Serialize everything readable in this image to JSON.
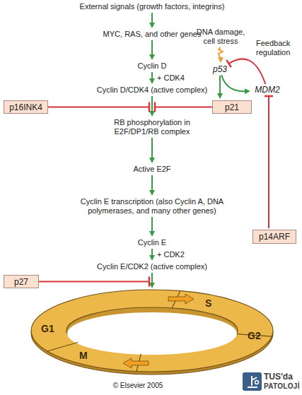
{
  "diagram": {
    "nodes": [
      {
        "text": [
          "External signals (growth factors, integrins)"
        ]
      },
      {
        "text": [
          "MYC, RAS, and other genes"
        ]
      },
      {
        "text": [
          "DNA damage, cell stress"
        ]
      },
      {
        "text": [
          "Cyclin D"
        ]
      },
      {
        "text": [
          "p53"
        ]
      },
      {
        "text": [
          "MDM2"
        ]
      },
      {
        "text": [
          "Cyclin D/CDK4 (active complex)"
        ]
      },
      {
        "text": [
          "p16INK4"
        ]
      },
      {
        "text": [
          "p21"
        ]
      },
      {
        "text": [
          "RB phosphorylation in E2F/DP1/RB complex"
        ]
      },
      {
        "text": [
          "Active E2F"
        ]
      },
      {
        "text": [
          "Cyclin E transcription (also Cyclin A, DNA polymerases, and many other genes)"
        ]
      },
      {
        "text": [
          "p14ARF"
        ]
      },
      {
        "text": [
          "Cyclin E"
        ]
      },
      {
        "text": [
          "Cyclin E/CDK2 (active complex)"
        ]
      },
      {
        "text": [
          "p27"
        ]
      },
      {
        "text": [
          "G1",
          "S",
          "G2",
          "M"
        ]
      }
    ],
    "edges": [
      {
        "from": 0,
        "to": 1,
        "arrow": "to"
      },
      {
        "from": 1,
        "to": 3,
        "arrow": "to"
      },
      {
        "from": 3,
        "to": 6,
        "label": "+ CDK4",
        "arrow": "to"
      },
      {
        "from": 6,
        "to": 9,
        "arrow": "to"
      },
      {
        "from": 9,
        "to": 10,
        "arrow": "to"
      },
      {
        "from": 10,
        "to": 11,
        "arrow": "to"
      },
      {
        "from": 11,
        "to": 13,
        "arrow": "to"
      },
      {
        "from": 13,
        "to": 14,
        "label": "+ CDK2",
        "arrow": "to"
      },
      {
        "from": 14,
        "to": 16,
        "arrow": "to"
      },
      {
        "from": 2,
        "to": 4,
        "arrow": "to"
      },
      {
        "from": 4,
        "to": 8,
        "arrow": "to"
      },
      {
        "from": 4,
        "to": 5,
        "arrow": "to"
      },
      {
        "from": 5,
        "to": 4,
        "label": "Feedback regulation",
        "arrow": "to"
      },
      {
        "from": 12,
        "to": 5,
        "arrow": "to"
      }
    ],
    "labels": [
      "© Elsevier 2005",
      "TUS'da",
      "PATOLOJİ"
    ]
  }
}
